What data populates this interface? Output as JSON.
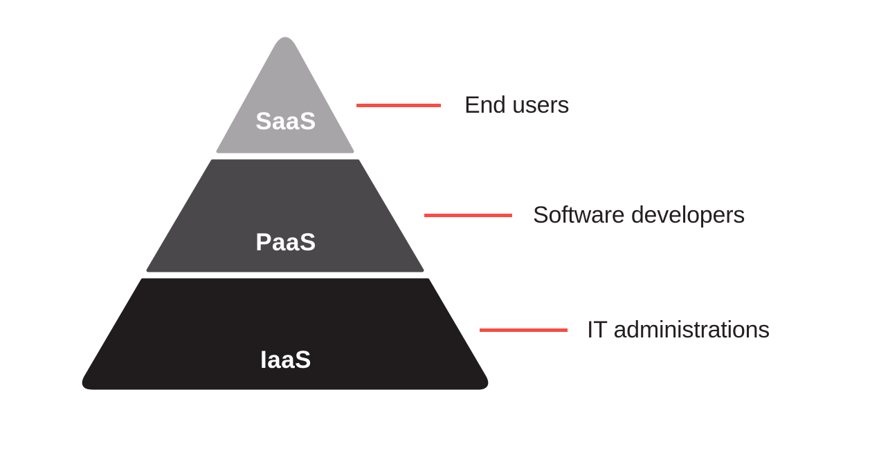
{
  "page": {
    "background": "#ffffff"
  },
  "diagram": {
    "type": "pyramid",
    "tiers": [
      {
        "label": "SaaS",
        "annotation": "End users",
        "fill": "#a7a5a8",
        "text_color": "#ffffff"
      },
      {
        "label": "PaaS",
        "annotation": "Software developers",
        "fill": "#4b484c",
        "text_color": "#ffffff"
      },
      {
        "label": "IaaS",
        "annotation": "IT administrations",
        "fill": "#201c1e",
        "text_color": "#ffffff"
      }
    ],
    "connector_color": "#f94c42",
    "label_color": "#231f20"
  }
}
